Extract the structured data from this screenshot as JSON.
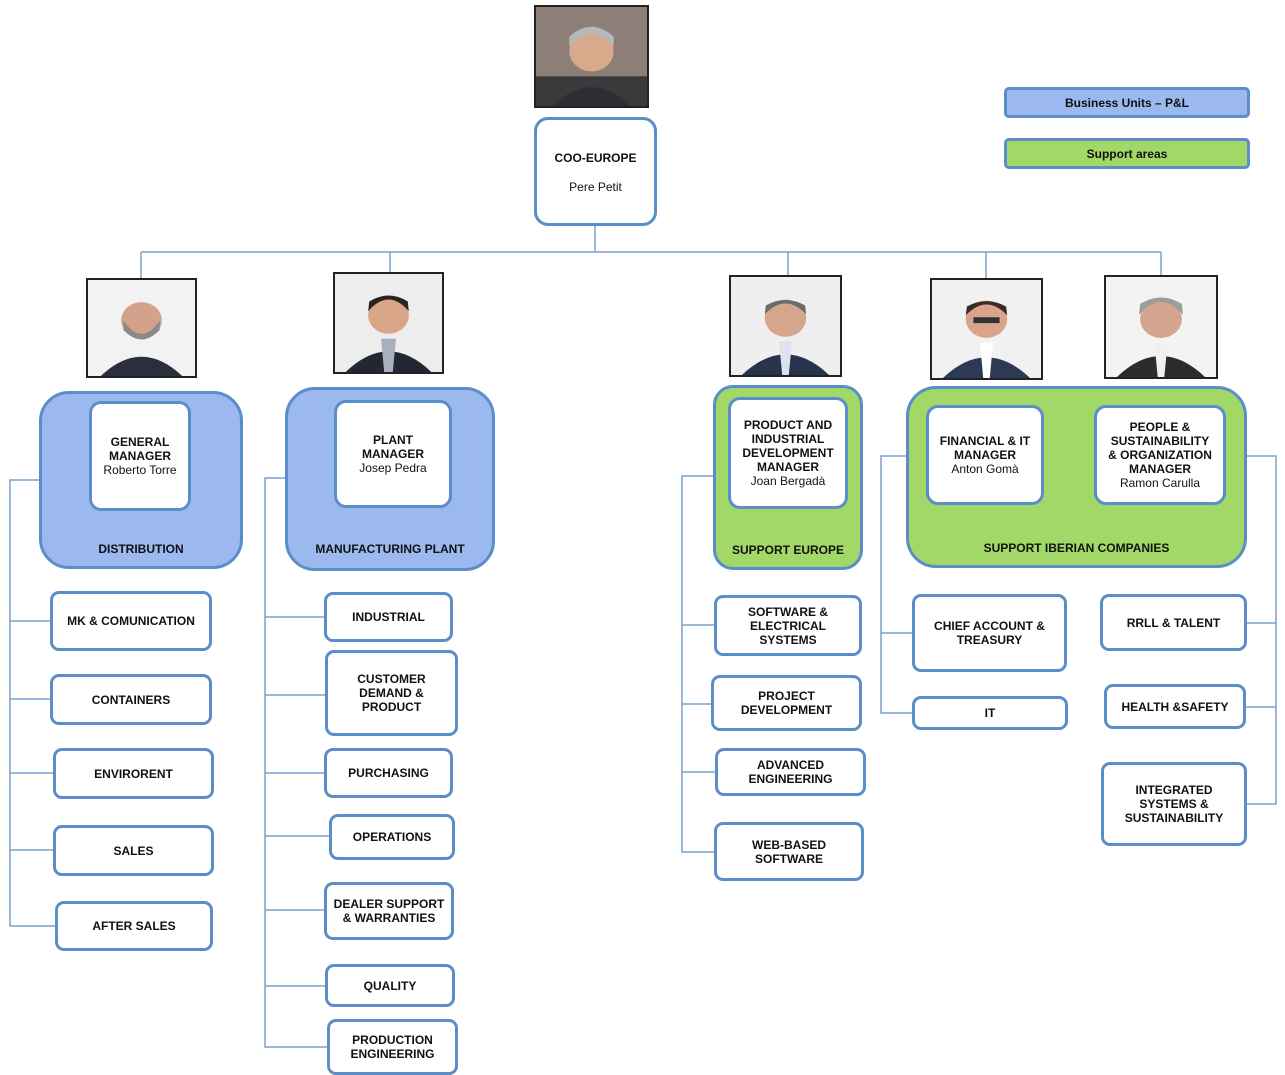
{
  "legend": {
    "business_units": "Business Units – P&L",
    "support_areas": "Support areas"
  },
  "colors": {
    "business_units": "#9bb8ef",
    "support_areas": "#a2d868",
    "border": "#5b8dc8"
  },
  "coo": {
    "title": "COO-EUROPE",
    "name": "Pere Petit"
  },
  "distribution": {
    "label": "DISTRIBUTION",
    "manager_title": "GENERAL\nMANAGER",
    "manager_name": "Roberto Torre",
    "items": [
      "MK & COMUNICATION",
      "CONTAINERS",
      "ENVIRORENT",
      "SALES",
      "AFTER SALES"
    ]
  },
  "manufacturing": {
    "label": "MANUFACTURING PLANT",
    "manager_title": "PLANT\nMANAGER",
    "manager_name": "Josep Pedra",
    "items": [
      "INDUSTRIAL",
      "CUSTOMER DEMAND & PRODUCT",
      "PURCHASING",
      "OPERATIONS",
      "DEALER SUPPORT & WARRANTIES",
      "QUALITY",
      "PRODUCTION ENGINEERING"
    ]
  },
  "support_europe": {
    "label": "SUPPORT EUROPE",
    "manager_title": "PRODUCT AND\nINDUSTRIAL\nDEVELOPMENT\nMANAGER",
    "manager_name": "Joan Bergadà",
    "items": [
      "SOFTWARE & ELECTRICAL SYSTEMS",
      "PROJECT DEVELOPMENT",
      "ADVANCED ENGINEERING",
      "WEB-BASED SOFTWARE"
    ]
  },
  "support_iberian": {
    "label": "SUPPORT IBERIAN COMPANIES",
    "financial": {
      "title": "FINANCIAL & IT\nMANAGER",
      "name": "Anton Gomà",
      "items": [
        "CHIEF ACCOUNT & TREASURY",
        "IT"
      ]
    },
    "people": {
      "title": "PEOPLE &\nSUSTAINABILITY\n& ORGANIZATION\nMANAGER",
      "name": "Ramon Carulla",
      "items": [
        "RRLL & TALENT",
        "HEALTH &SAFETY",
        "INTEGRATED SYSTEMS & SUSTAINABILITY"
      ]
    }
  }
}
